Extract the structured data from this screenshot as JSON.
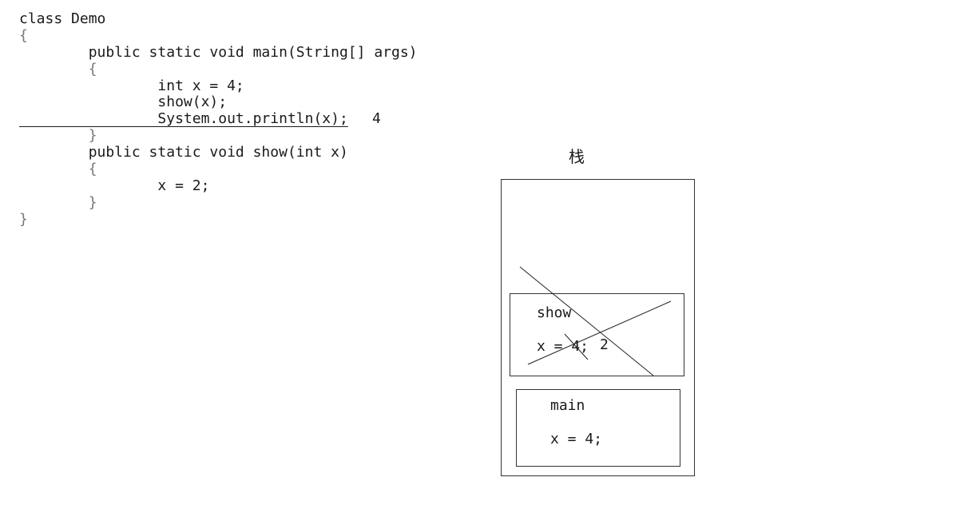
{
  "code": {
    "lines": [
      "class Demo",
      "{",
      "        public static void main(String[] args)",
      "        {",
      "                int x = 4;",
      "                show(x);",
      "                System.out.println(x);",
      "        }",
      "        public static void show(int x)",
      "        {",
      "                x = 2;",
      "        }",
      "}"
    ]
  },
  "output_value": "4",
  "stack": {
    "title": "栈",
    "show_frame": {
      "name": "show",
      "var": "x = 4;",
      "new_value": "2"
    },
    "main_frame": {
      "name": "main",
      "var": "x = 4;"
    }
  }
}
